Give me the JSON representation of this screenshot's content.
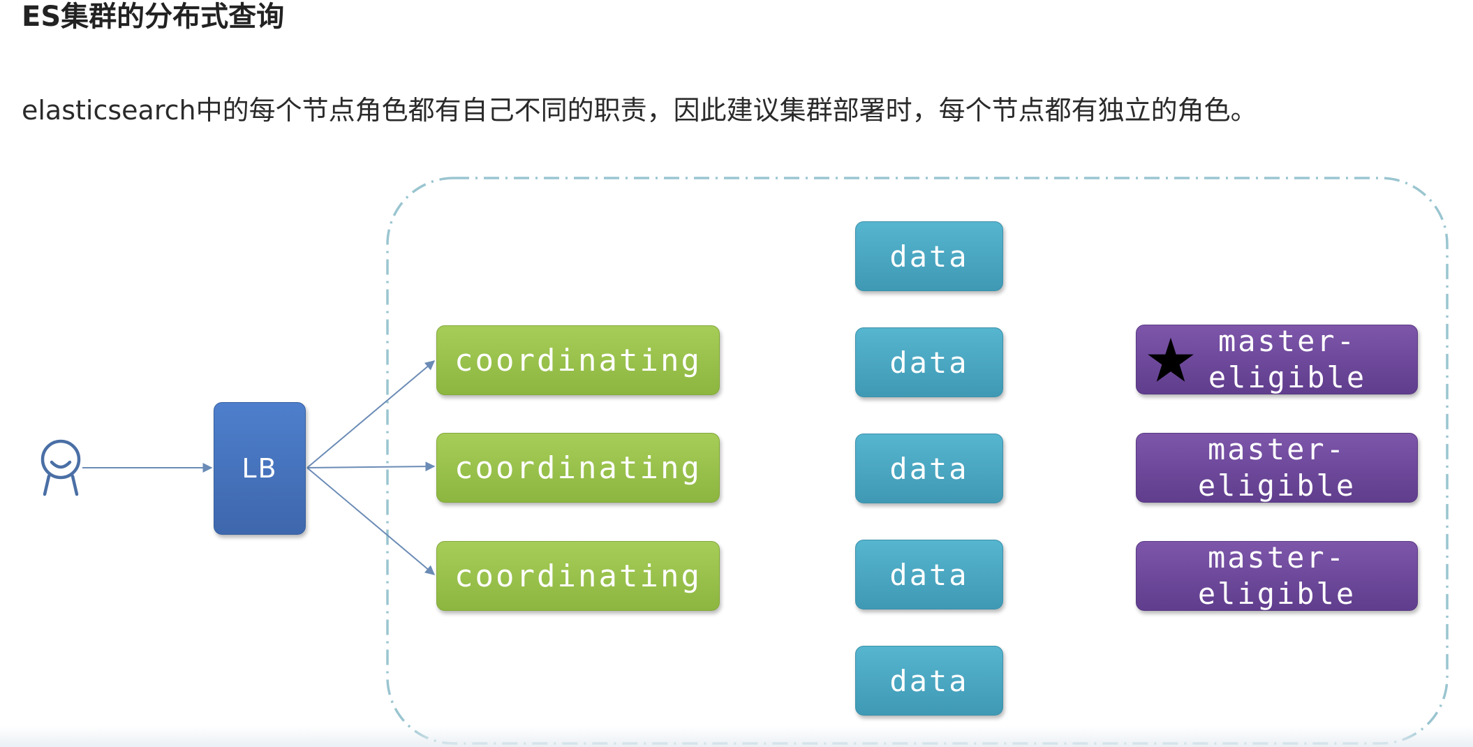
{
  "title": "ES集群的分布式查询",
  "description": "elasticsearch中的每个节点角色都有自己不同的职责，因此建议集群部署时，每个节点都有独立的角色。",
  "diagram": {
    "lb_label": "LB",
    "coordinating_nodes": [
      "coordinating",
      "coordinating",
      "coordinating"
    ],
    "data_nodes": [
      "data",
      "data",
      "data",
      "data",
      "data"
    ],
    "master_nodes": [
      {
        "line1": "master-",
        "line2": "eligible",
        "icon": "star-icon"
      },
      {
        "line1": "master-",
        "line2": "eligible",
        "icon": null
      },
      {
        "line1": "master-",
        "line2": "eligible",
        "icon": null
      }
    ],
    "user_icon": "user-icon",
    "colors": {
      "lb": "#4a7ac4",
      "coordinating": "#9ac24c",
      "data": "#4aa8c3",
      "master": "#6e4a9c",
      "cluster_border": "#9ac5d0",
      "arrow": "#6a8bb5"
    }
  }
}
